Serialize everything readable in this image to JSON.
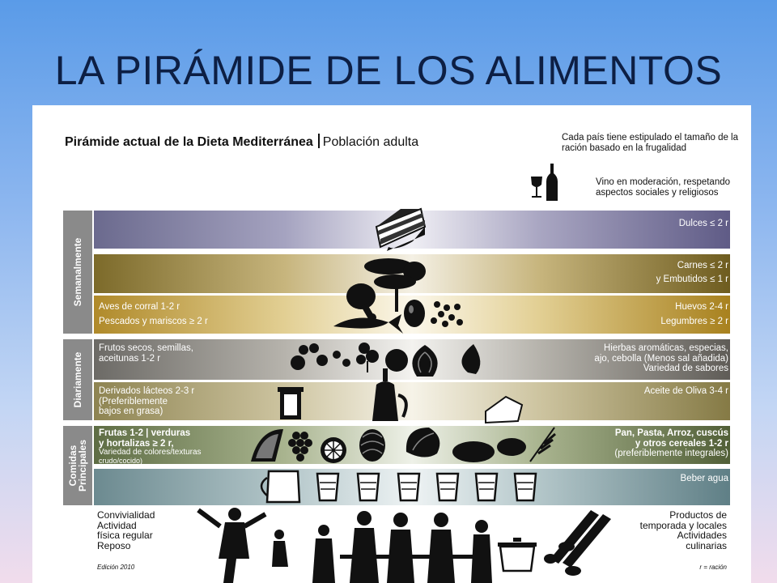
{
  "slide_title": "LA PIRÁMIDE DE LOS ALIMENTOS",
  "header": {
    "title_bold": "Pirámide actual de la Dieta Mediterránea",
    "title_normal": "Población adulta"
  },
  "notes": {
    "ration": "Cada país tiene estipulado el tamaño de la ración basado en la frugalidad",
    "wine": "Vino en moderación, respetando aspectos sociales y religiosos"
  },
  "sections": {
    "weekly": "Semanalmente",
    "daily": "Diariamente",
    "main_meals_1": "Comidas",
    "main_meals_2": "Principales"
  },
  "bands": {
    "sweets": "Dulces ≤ 2 r",
    "meats_1": "Carnes ≤ 2 r",
    "meats_2": "y Embutidos ≤ 1 r",
    "poultry": "Aves de corral 1-2 r",
    "fish": "Pescados y mariscos ≥ 2 r",
    "eggs": "Huevos 2-4 r",
    "legumes": "Legumbres ≥ 2 r",
    "nuts_1": "Frutos secos, semillas,",
    "nuts_2": "aceitunas 1-2 r",
    "herbs_1": "Hierbas aromáticas, especias,",
    "herbs_2": "ajo, cebolla (Menos sal añadida)",
    "herbs_3": "Variedad de sabores",
    "dairy_1": "Derivados lácteos 2-3 r",
    "dairy_2": "(Preferiblemente",
    "dairy_3": "bajos en grasa)",
    "olive": "Aceite de Oliva 3-4 r",
    "fruits_1": "Frutas 1-2 | verduras",
    "fruits_2": "y hortalizas ≥ 2 r,",
    "fruits_3": "Variedad de colores/texturas",
    "fruits_4": "crudo/cocido)",
    "cereals_1": "Pan, Pasta, Arroz, cuscús",
    "cereals_2": "y otros cereales 1-2 r",
    "cereals_3": "(preferiblemente integrales)",
    "water": "Beber agua"
  },
  "bottom": {
    "left_1": "Convivialidad",
    "left_2": "Actividad",
    "left_3": "física regular",
    "left_4": "Reposo",
    "right_1": "Productos de",
    "right_2": "temporada y locales",
    "right_3": "Actividades",
    "right_4": "culinarias",
    "edition": "Edición 2010",
    "legend": "r = ración"
  }
}
